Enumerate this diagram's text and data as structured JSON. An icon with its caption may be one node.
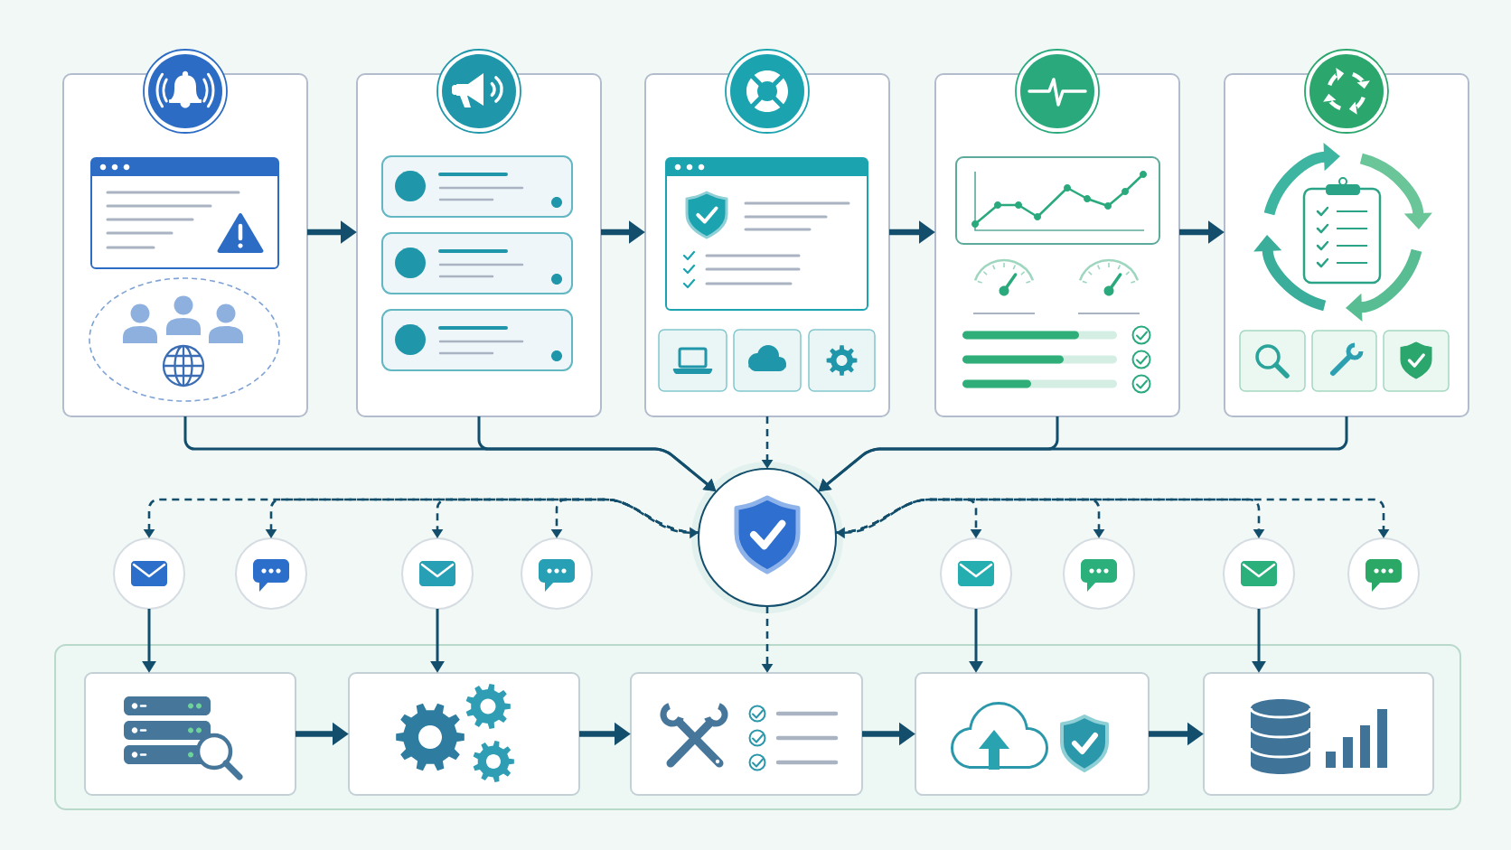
{
  "diagram": {
    "nodes": [
      {
        "text": [],
        "shape": "box"
      },
      {
        "text": [],
        "shape": "box"
      },
      {
        "text": [],
        "shape": "box"
      },
      {
        "text": [],
        "shape": "box"
      },
      {
        "text": [],
        "shape": "box"
      },
      {
        "text": [],
        "shape": "circle"
      },
      {
        "text": [],
        "shape": "circle"
      },
      {
        "text": [],
        "shape": "circle"
      },
      {
        "text": [],
        "shape": "circle"
      },
      {
        "text": [],
        "shape": "circle"
      },
      {
        "text": [],
        "shape": "circle"
      },
      {
        "text": [],
        "shape": "circle"
      },
      {
        "text": [],
        "shape": "circle"
      },
      {
        "text": [],
        "shape": "circle"
      },
      {
        "text": [],
        "shape": "box"
      },
      {
        "text": [],
        "shape": "box",
        "in": 14
      },
      {
        "text": [],
        "shape": "box",
        "in": 14
      },
      {
        "text": [],
        "shape": "box",
        "in": 14
      },
      {
        "text": [],
        "shape": "box",
        "in": 14
      },
      {
        "text": [],
        "shape": "box",
        "in": 14
      }
    ],
    "edges": [
      {
        "from": 0,
        "to": 1,
        "arrow": "to",
        "style": "thick"
      },
      {
        "from": 1,
        "to": 2,
        "arrow": "to",
        "style": "thick"
      },
      {
        "from": 2,
        "to": 3,
        "arrow": "to",
        "style": "thick"
      },
      {
        "from": 3,
        "to": 4,
        "arrow": "to",
        "style": "thick"
      },
      {
        "from": 0,
        "to": 9,
        "arrow": "to"
      },
      {
        "from": 1,
        "to": 9,
        "arrow": "to"
      },
      {
        "from": 2,
        "to": 9,
        "arrow": "to",
        "style": "dashed"
      },
      {
        "from": 3,
        "to": 9,
        "arrow": "to"
      },
      {
        "from": 4,
        "to": 9,
        "arrow": "to"
      },
      {
        "from": 9,
        "to": 5,
        "arrow": "both",
        "style": "dashed"
      },
      {
        "from": 9,
        "to": 6,
        "arrow": "to",
        "style": "dashed"
      },
      {
        "from": 9,
        "to": 7,
        "arrow": "to",
        "style": "dashed"
      },
      {
        "from": 9,
        "to": 8,
        "arrow": "to",
        "style": "dashed"
      },
      {
        "from": 9,
        "to": 10,
        "arrow": "to",
        "style": "dashed"
      },
      {
        "from": 9,
        "to": 11,
        "arrow": "to",
        "style": "dashed"
      },
      {
        "from": 9,
        "to": 12,
        "arrow": "to",
        "style": "dashed"
      },
      {
        "from": 9,
        "to": 13,
        "arrow": "both",
        "style": "dashed"
      },
      {
        "from": 9,
        "to": 17,
        "arrow": "to",
        "style": "dashed"
      },
      {
        "from": 5,
        "to": 15,
        "arrow": "to"
      },
      {
        "from": 7,
        "to": 16,
        "arrow": "to"
      },
      {
        "from": 10,
        "to": 18,
        "arrow": "to"
      },
      {
        "from": 12,
        "to": 19,
        "arrow": "to"
      },
      {
        "from": 15,
        "to": 16,
        "arrow": "to",
        "style": "thick"
      },
      {
        "from": 16,
        "to": 17,
        "arrow": "to",
        "style": "thick"
      },
      {
        "from": 17,
        "to": 18,
        "arrow": "to",
        "style": "thick"
      },
      {
        "from": 18,
        "to": 19,
        "arrow": "to",
        "style": "thick"
      }
    ]
  }
}
